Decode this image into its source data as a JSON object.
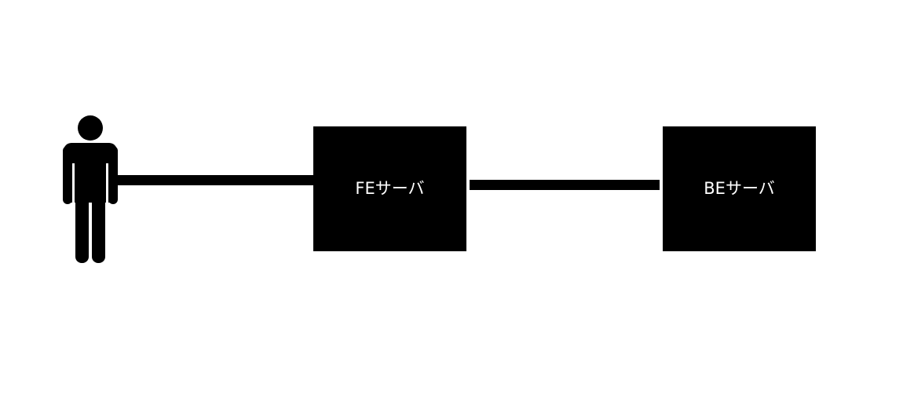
{
  "diagram": {
    "actor": {
      "icon": "person-icon",
      "label": ""
    },
    "nodes": [
      {
        "id": "fe",
        "label": "FEサーバ"
      },
      {
        "id": "be",
        "label": "BEサーバ"
      }
    ],
    "edges": [
      {
        "from": "user",
        "to": "fe"
      },
      {
        "from": "fe",
        "to": "be"
      }
    ],
    "colors": {
      "background": "#ffffff",
      "shape_fill": "#000000",
      "label_text": "#ffffff"
    }
  }
}
